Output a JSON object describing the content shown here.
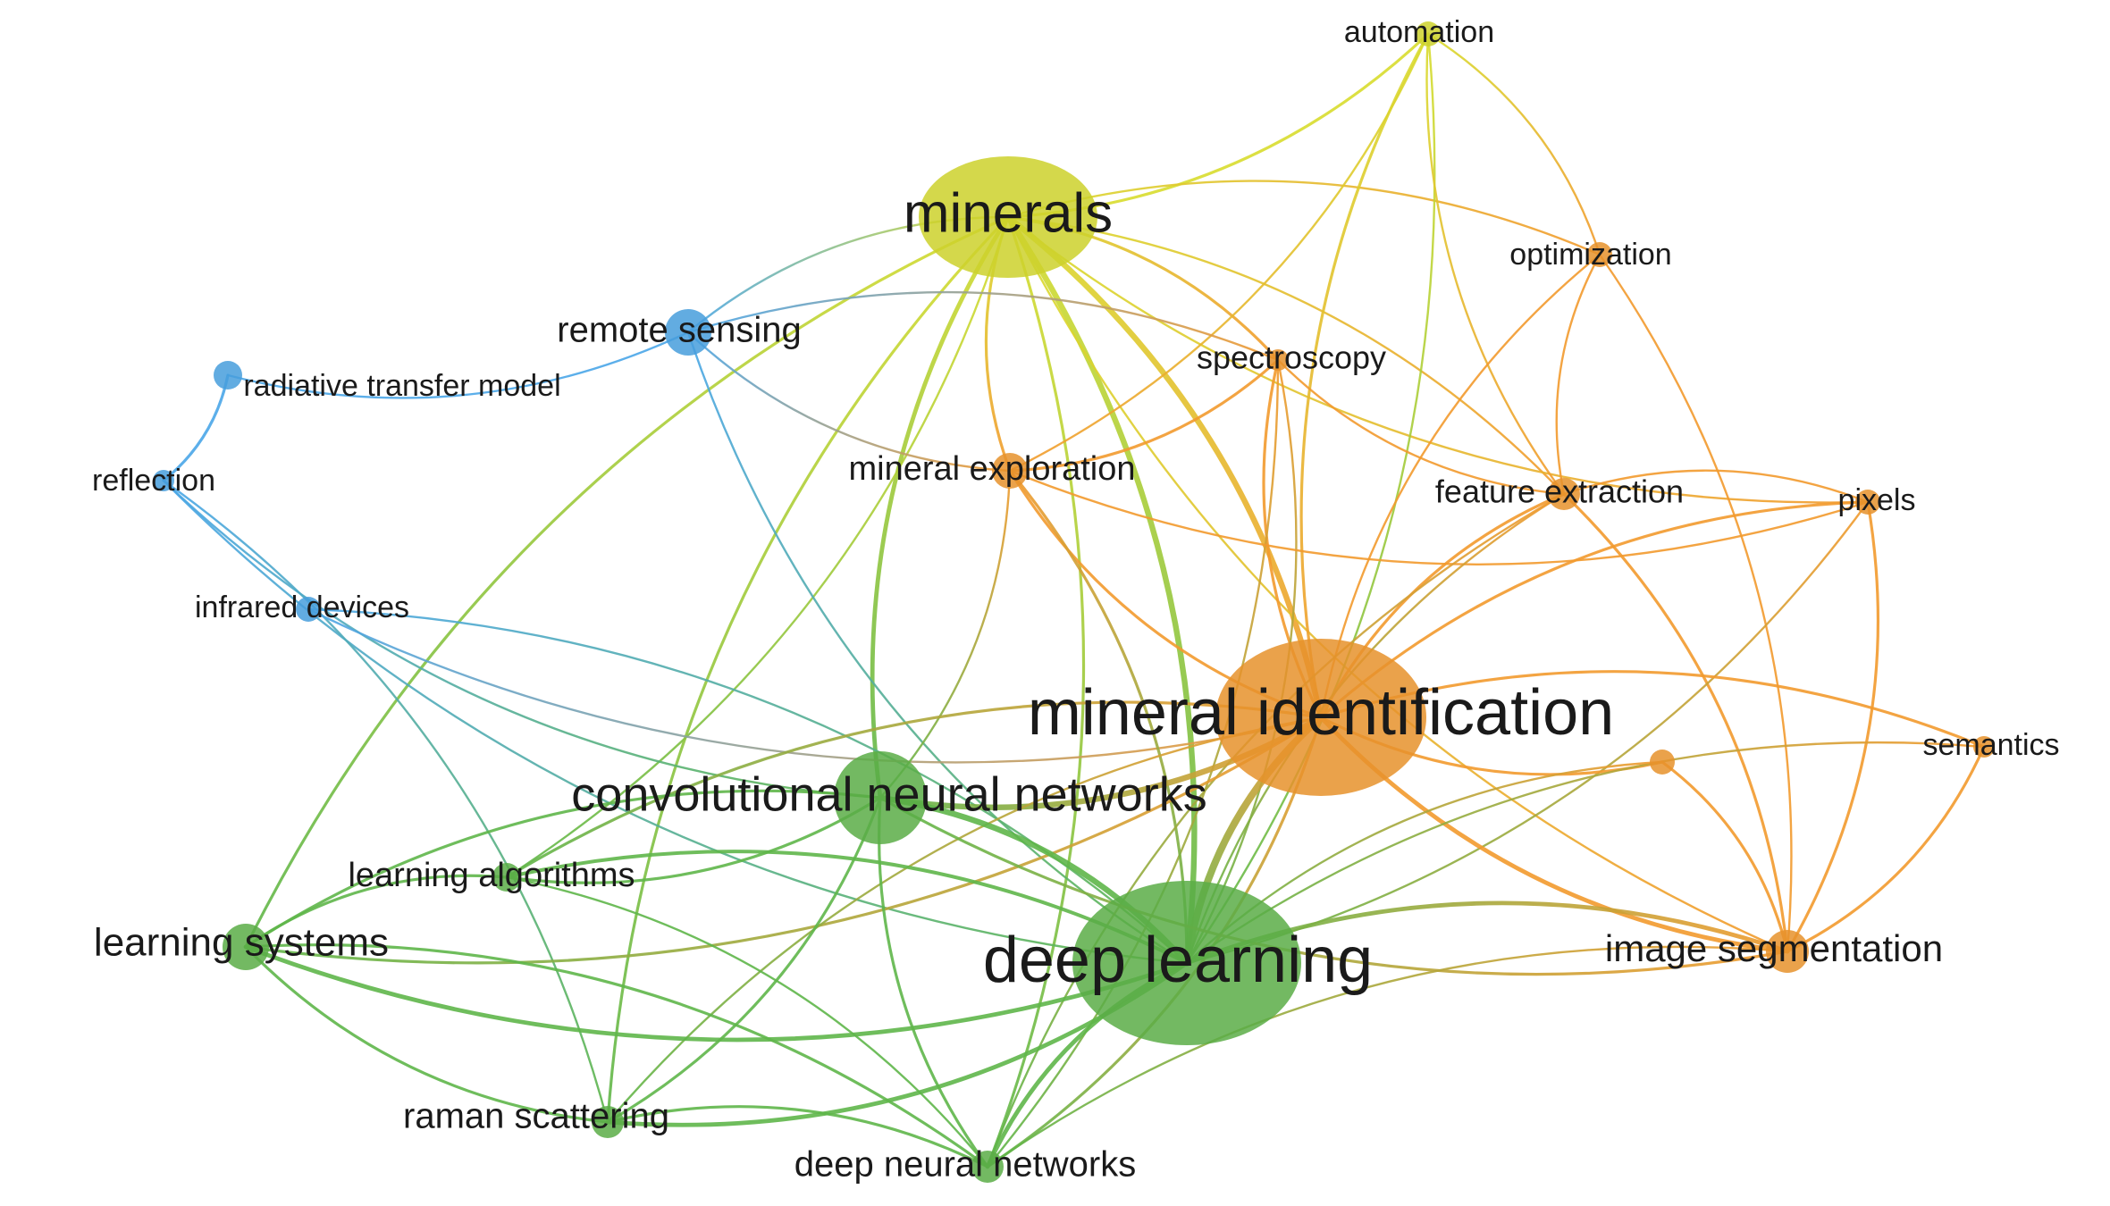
{
  "nodes": [
    {
      "id": "minerals",
      "label": "minerals",
      "cluster": "yellow"
    },
    {
      "id": "automation",
      "label": "automation",
      "cluster": "yellow"
    },
    {
      "id": "optimization",
      "label": "optimization",
      "cluster": "orange"
    },
    {
      "id": "remote_sensing",
      "label": "remote sensing",
      "cluster": "blue"
    },
    {
      "id": "radiative_transfer_model",
      "label": "radiative transfer model",
      "cluster": "blue"
    },
    {
      "id": "reflection",
      "label": "reflection",
      "cluster": "blue"
    },
    {
      "id": "infrared_devices",
      "label": "infrared devices",
      "cluster": "blue"
    },
    {
      "id": "spectroscopy",
      "label": "spectroscopy",
      "cluster": "orange"
    },
    {
      "id": "mineral_exploration",
      "label": "mineral exploration",
      "cluster": "orange"
    },
    {
      "id": "feature_extraction",
      "label": "feature extraction",
      "cluster": "orange"
    },
    {
      "id": "pixels",
      "label": "pixels",
      "cluster": "orange"
    },
    {
      "id": "mineral_identification",
      "label": "mineral identification",
      "cluster": "orange"
    },
    {
      "id": "semantics",
      "label": "semantics",
      "cluster": "orange"
    },
    {
      "id": "orange_small",
      "label": "",
      "cluster": "orange"
    },
    {
      "id": "convolutional_neural_networks",
      "label": "convolutional neural networks",
      "cluster": "green"
    },
    {
      "id": "learning_algorithms",
      "label": "learning algorithms",
      "cluster": "green"
    },
    {
      "id": "learning_systems",
      "label": "learning systems",
      "cluster": "green"
    },
    {
      "id": "deep_learning",
      "label": "deep learning",
      "cluster": "green"
    },
    {
      "id": "image_segmentation",
      "label": "image segmentation",
      "cluster": "orange"
    },
    {
      "id": "raman_scattering",
      "label": "raman scattering",
      "cluster": "green"
    },
    {
      "id": "deep_neural_networks",
      "label": "deep neural networks",
      "cluster": "green"
    }
  ],
  "edges": [
    [
      "minerals",
      "automation",
      2
    ],
    [
      "minerals",
      "optimization",
      1.5
    ],
    [
      "minerals",
      "remote_sensing",
      1.5
    ],
    [
      "minerals",
      "spectroscopy",
      2
    ],
    [
      "minerals",
      "mineral_exploration",
      2
    ],
    [
      "minerals",
      "feature_extraction",
      1.5
    ],
    [
      "minerals",
      "pixels",
      1.5
    ],
    [
      "minerals",
      "mineral_identification",
      4
    ],
    [
      "minerals",
      "convolutional_neural_networks",
      3
    ],
    [
      "minerals",
      "deep_learning",
      4
    ],
    [
      "minerals",
      "learning_systems",
      2
    ],
    [
      "minerals",
      "learning_algorithms",
      1.5
    ],
    [
      "minerals",
      "raman_scattering",
      2
    ],
    [
      "minerals",
      "deep_neural_networks",
      2
    ],
    [
      "minerals",
      "image_segmentation",
      1.5
    ],
    [
      "automation",
      "optimization",
      1.5
    ],
    [
      "automation",
      "mineral_identification",
      2
    ],
    [
      "automation",
      "deep_learning",
      1.5
    ],
    [
      "automation",
      "feature_extraction",
      1.5
    ],
    [
      "automation",
      "mineral_exploration",
      1.5
    ],
    [
      "optimization",
      "feature_extraction",
      1.5
    ],
    [
      "optimization",
      "image_segmentation",
      1.5
    ],
    [
      "optimization",
      "mineral_identification",
      1.5
    ],
    [
      "remote_sensing",
      "radiative_transfer_model",
      1.5
    ],
    [
      "remote_sensing",
      "mineral_exploration",
      1.5
    ],
    [
      "remote_sensing",
      "spectroscopy",
      1.5
    ],
    [
      "remote_sensing",
      "deep_learning",
      1.5
    ],
    [
      "radiative_transfer_model",
      "reflection",
      2
    ],
    [
      "reflection",
      "deep_learning",
      1.5
    ],
    [
      "reflection",
      "raman_scattering",
      1.5
    ],
    [
      "reflection",
      "convolutional_neural_networks",
      1.5
    ],
    [
      "infrared_devices",
      "deep_learning",
      1.5
    ],
    [
      "infrared_devices",
      "mineral_identification",
      1.5
    ],
    [
      "spectroscopy",
      "mineral_exploration",
      2
    ],
    [
      "spectroscopy",
      "mineral_identification",
      2
    ],
    [
      "spectroscopy",
      "deep_learning",
      1.5
    ],
    [
      "spectroscopy",
      "feature_extraction",
      1.5
    ],
    [
      "spectroscopy",
      "deep_neural_networks",
      1.5
    ],
    [
      "mineral_exploration",
      "mineral_identification",
      2
    ],
    [
      "mineral_exploration",
      "deep_learning",
      2
    ],
    [
      "mineral_exploration",
      "pixels",
      1.5
    ],
    [
      "mineral_exploration",
      "convolutional_neural_networks",
      1.5
    ],
    [
      "feature_extraction",
      "mineral_identification",
      2
    ],
    [
      "feature_extraction",
      "image_segmentation",
      2
    ],
    [
      "feature_extraction",
      "deep_learning",
      1.5
    ],
    [
      "feature_extraction",
      "pixels",
      1.5
    ],
    [
      "feature_extraction",
      "deep_neural_networks",
      1.5
    ],
    [
      "pixels",
      "image_segmentation",
      2
    ],
    [
      "pixels",
      "mineral_identification",
      2
    ],
    [
      "pixels",
      "deep_learning",
      1.5
    ],
    [
      "mineral_identification",
      "deep_learning",
      5
    ],
    [
      "mineral_identification",
      "convolutional_neural_networks",
      4
    ],
    [
      "mineral_identification",
      "image_segmentation",
      3
    ],
    [
      "mineral_identification",
      "semantics",
      2
    ],
    [
      "mineral_identification",
      "orange_small",
      2
    ],
    [
      "mineral_identification",
      "learning_systems",
      2
    ],
    [
      "mineral_identification",
      "learning_algorithms",
      2
    ],
    [
      "mineral_identification",
      "deep_neural_networks",
      2
    ],
    [
      "mineral_identification",
      "raman_scattering",
      1.5
    ],
    [
      "semantics",
      "image_segmentation",
      2
    ],
    [
      "semantics",
      "deep_learning",
      1.5
    ],
    [
      "orange_small",
      "image_segmentation",
      2
    ],
    [
      "orange_small",
      "deep_learning",
      1.5
    ],
    [
      "convolutional_neural_networks",
      "deep_learning",
      4
    ],
    [
      "convolutional_neural_networks",
      "learning_systems",
      2
    ],
    [
      "convolutional_neural_networks",
      "learning_algorithms",
      2
    ],
    [
      "convolutional_neural_networks",
      "deep_neural_networks",
      2
    ],
    [
      "convolutional_neural_networks",
      "raman_scattering",
      2
    ],
    [
      "convolutional_neural_networks",
      "image_segmentation",
      2
    ],
    [
      "learning_algorithms",
      "deep_learning",
      2.5
    ],
    [
      "learning_algorithms",
      "learning_systems",
      2
    ],
    [
      "learning_algorithms",
      "deep_neural_networks",
      1.5
    ],
    [
      "learning_systems",
      "deep_learning",
      3
    ],
    [
      "learning_systems",
      "deep_neural_networks",
      2
    ],
    [
      "learning_systems",
      "raman_scattering",
      2
    ],
    [
      "deep_learning",
      "image_segmentation",
      3
    ],
    [
      "deep_learning",
      "deep_neural_networks",
      3
    ],
    [
      "deep_learning",
      "raman_scattering",
      3
    ],
    [
      "image_segmentation",
      "deep_neural_networks",
      1.5
    ],
    [
      "raman_scattering",
      "deep_neural_networks",
      2
    ]
  ],
  "colors": {
    "yellow": "#d8dc2e",
    "orange": "#f29a2e",
    "blue": "#4aa6e8",
    "green": "#5fb64a"
  }
}
